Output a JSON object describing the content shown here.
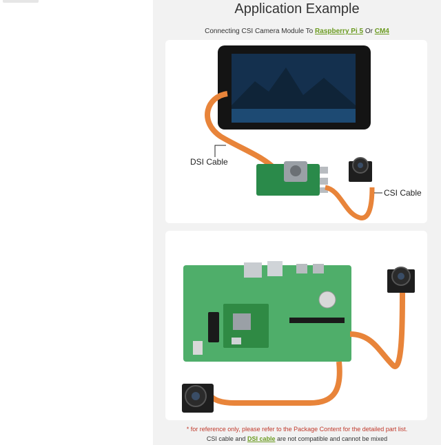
{
  "section": {
    "title": "Application Example",
    "subtitle_prefix": "Connecting CSI Camera Module To ",
    "link_pi5": "Raspberry Pi 5",
    "subtitle_or": " Or ",
    "link_cm4": "CM4"
  },
  "figure1": {
    "dsi_label": "DSI Cable",
    "csi_label": "CSI Cable"
  },
  "notes": {
    "line1": "* for reference only, please refer to the Package Content for the detailed part list.",
    "line2_prefix": "CSI cable and ",
    "line2_link": "DSI cable",
    "line2_suffix": " are not compatible and cannot be mixed"
  },
  "colors": {
    "link": "#6a9a1f",
    "note_red": "#c0392b",
    "ribbon": "#e8843a",
    "pcb": "#4fae6a"
  }
}
